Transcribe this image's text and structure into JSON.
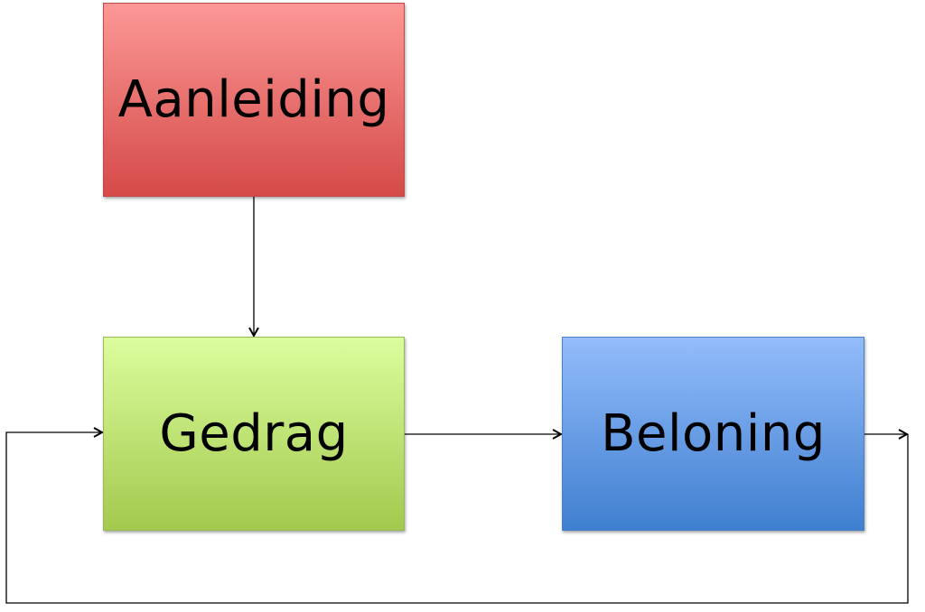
{
  "nodes": {
    "trigger": {
      "label": "Aanleiding",
      "color": "#e06c6a"
    },
    "behavior": {
      "label": "Gedrag",
      "color": "#bfe27a"
    },
    "reward": {
      "label": "Beloning",
      "color": "#6aa0e8"
    }
  },
  "edges": [
    {
      "from": "Aanleiding",
      "to": "Gedrag"
    },
    {
      "from": "Gedrag",
      "to": "Beloning"
    },
    {
      "from": "Beloning",
      "to": "Gedrag",
      "type": "feedback-loop"
    }
  ]
}
